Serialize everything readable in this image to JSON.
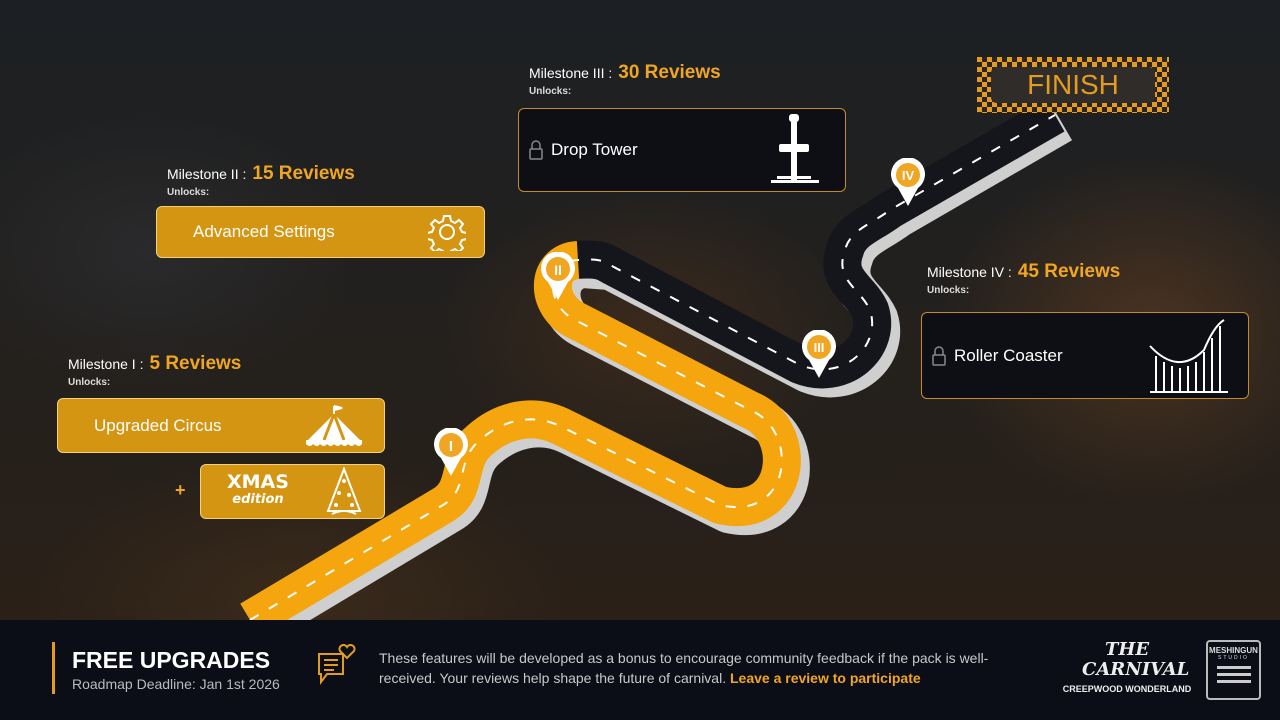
{
  "finish_label": "FINISH",
  "milestones": [
    {
      "label": "Milestone I :",
      "reviews": "5 Reviews",
      "unlocks": "Unlocks:",
      "item": "Upgraded Circus",
      "extra_plus": "+",
      "extra_line1": "XMAS",
      "extra_line2": "edition",
      "marker": "I",
      "locked": false
    },
    {
      "label": "Milestone II :",
      "reviews": "15 Reviews",
      "unlocks": "Unlocks:",
      "item": "Advanced Settings",
      "marker": "II",
      "locked": false
    },
    {
      "label": "Milestone III :",
      "reviews": "30 Reviews",
      "unlocks": "Unlocks:",
      "item": "Drop Tower",
      "marker": "III",
      "locked": true
    },
    {
      "label": "Milestone IV :",
      "reviews": "45 Reviews",
      "unlocks": "Unlocks:",
      "item": "Roller Coaster",
      "marker": "IV",
      "locked": true
    }
  ],
  "footer": {
    "title": "FREE UPGRADES",
    "deadline": "Roadmap Deadline: Jan 1st 2026",
    "description": "These features will be developed as a bonus to encourage community feedback if the pack is well-received. Your reviews help shape the future of carnival.",
    "cta": "Leave a review to participate",
    "logo_text": "THE CARNIVAL",
    "logo_sub": "CREEPWOOD WONDERLAND",
    "studio": "MESHINGUN",
    "studio_sub": "STUDIO"
  },
  "colors": {
    "accent": "#f0a623",
    "gold_card": "#d39512",
    "dark_card": "#0d0f14",
    "road_dark": "#15161b",
    "road_gold": "#f5a50d",
    "footer": "#0b0d17"
  }
}
